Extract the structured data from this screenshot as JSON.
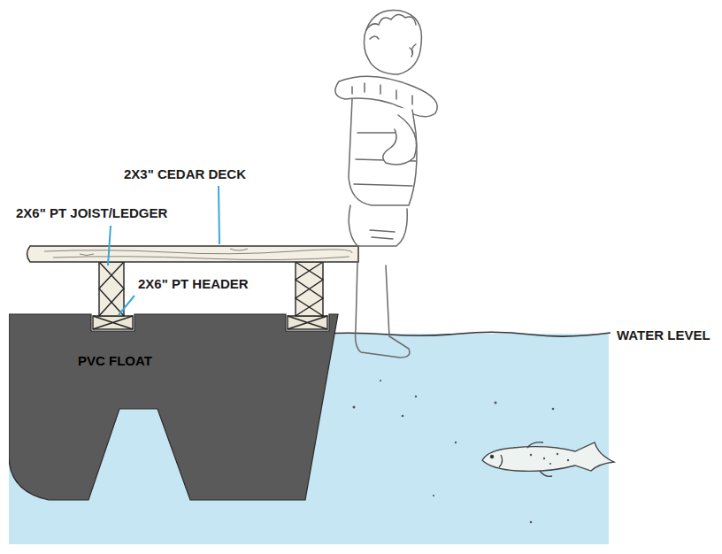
{
  "diagram": {
    "nodes": [
      {
        "text": [
          "PVC FLOAT"
        ]
      }
    ],
    "labels": [
      "2X3\" CEDAR DECK",
      "2X6\" PT JOIST/LEDGER",
      "2X6\" PT HEADER",
      "WATER LEVEL"
    ]
  }
}
